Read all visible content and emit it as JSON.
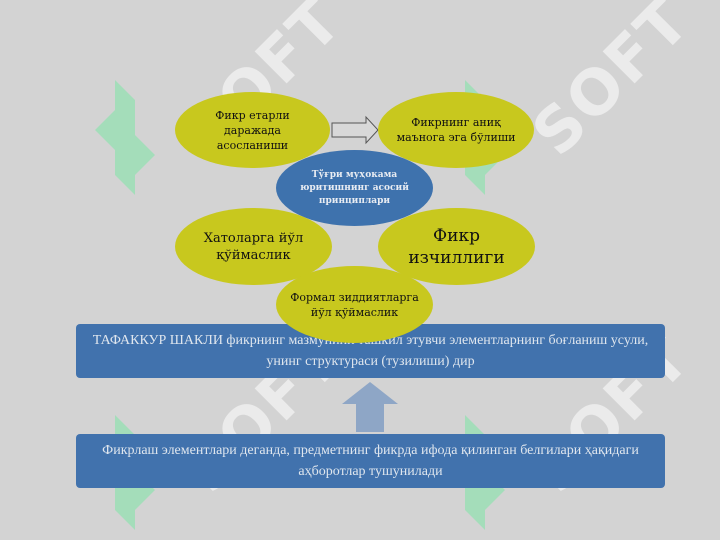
{
  "watermark": {
    "text": "SOFT",
    "icon": "soft-logo-icon"
  },
  "diagram": {
    "center": "Тўғри муҳокама юритишнинг асосий принциплари",
    "top_left": "Фикр етарли даражада асосланиши",
    "top_right": "Фикрнинг аниқ маънога эга бўлиши",
    "mid_left": "Хатоларга йўл қўймаслик",
    "mid_right": "Фикр изчиллиги",
    "bottom": "Формал зиддиятларга йўл қўймаслик"
  },
  "boxes": {
    "definition": "ТАФАККУР ШАКЛИ фикрнинг мазмунини ташкил этувчи элементларнинг боғланиш усули, унинг структураси (тузилиши) дир",
    "elements": "Фикрлаш элементлари деганда, предметнинг фикрда ифода қилинган белгилари ҳақидаги аҳборотлар тушунилади"
  },
  "colors": {
    "ellipse": "#c8c81e",
    "blue": "#4172ad",
    "background": "#d3d3d3",
    "watermark_green": "#7fe6a6"
  }
}
